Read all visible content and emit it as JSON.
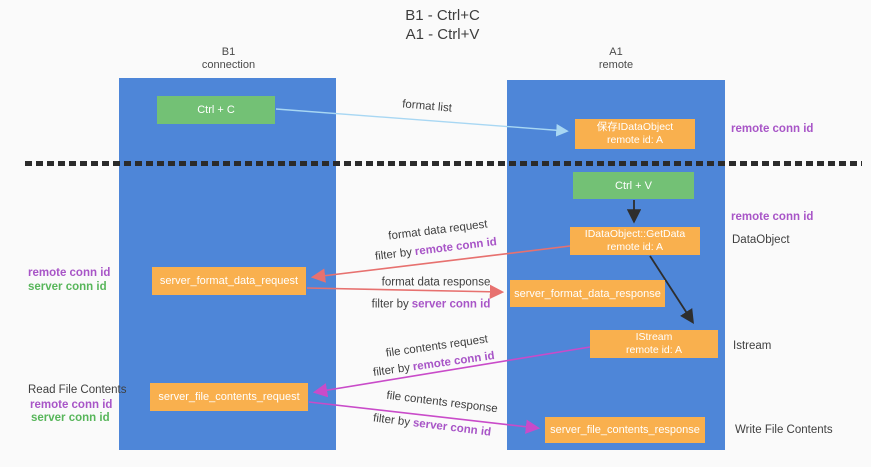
{
  "title": {
    "line1": "B1 - Ctrl+C",
    "line2": "A1 - Ctrl+V"
  },
  "lanes": {
    "left": {
      "title": "B1",
      "subtitle": "connection"
    },
    "right": {
      "title": "A1",
      "subtitle": "remote"
    }
  },
  "nodes": {
    "ctrl_c": {
      "label": "Ctrl + C"
    },
    "save_dataobject": {
      "line1": "保存IDataObject",
      "line2": "remote id: A"
    },
    "ctrl_v": {
      "label": "Ctrl + V"
    },
    "getdata": {
      "line1": "IDataObject::GetData",
      "line2": "remote id: A"
    },
    "istream": {
      "line1": "IStream",
      "line2": "remote id: A"
    },
    "server_format_data_request": {
      "label": "server_format_data_request"
    },
    "server_format_data_response": {
      "label": "server_format_data_response"
    },
    "server_file_contents_request": {
      "label": "server_file_contents_request"
    },
    "server_file_contents_response": {
      "label": "server_file_contents_response"
    }
  },
  "edge_labels": {
    "format_list": "format list",
    "format_data_request": "format data request",
    "format_data_response": "format data response",
    "file_contents_request": "file contents request",
    "file_contents_response": "file contents response",
    "filter_by": "filter by"
  },
  "side_labels": {
    "remote_conn_id": "remote conn id",
    "server_conn_id": "server conn id",
    "dataobject": "DataObject",
    "istream": "Istream",
    "read_file_contents": "Read File Contents",
    "write_file_contents": "Write File Contents"
  },
  "colors": {
    "background": "#fafafa",
    "column_blue": "#4e86d8",
    "box_orange": "#f9b04e",
    "box_green": "#73c175",
    "arrow_lightblue": "#a8d7f3",
    "arrow_red": "#e7716f",
    "arrow_magenta": "#c94bc9",
    "arrow_black": "#2e2e2e",
    "dash_color": "#2b2b2b",
    "text_purple": "#a855c7",
    "text_green": "#58b65b",
    "text_dark": "#3f3f3f"
  }
}
